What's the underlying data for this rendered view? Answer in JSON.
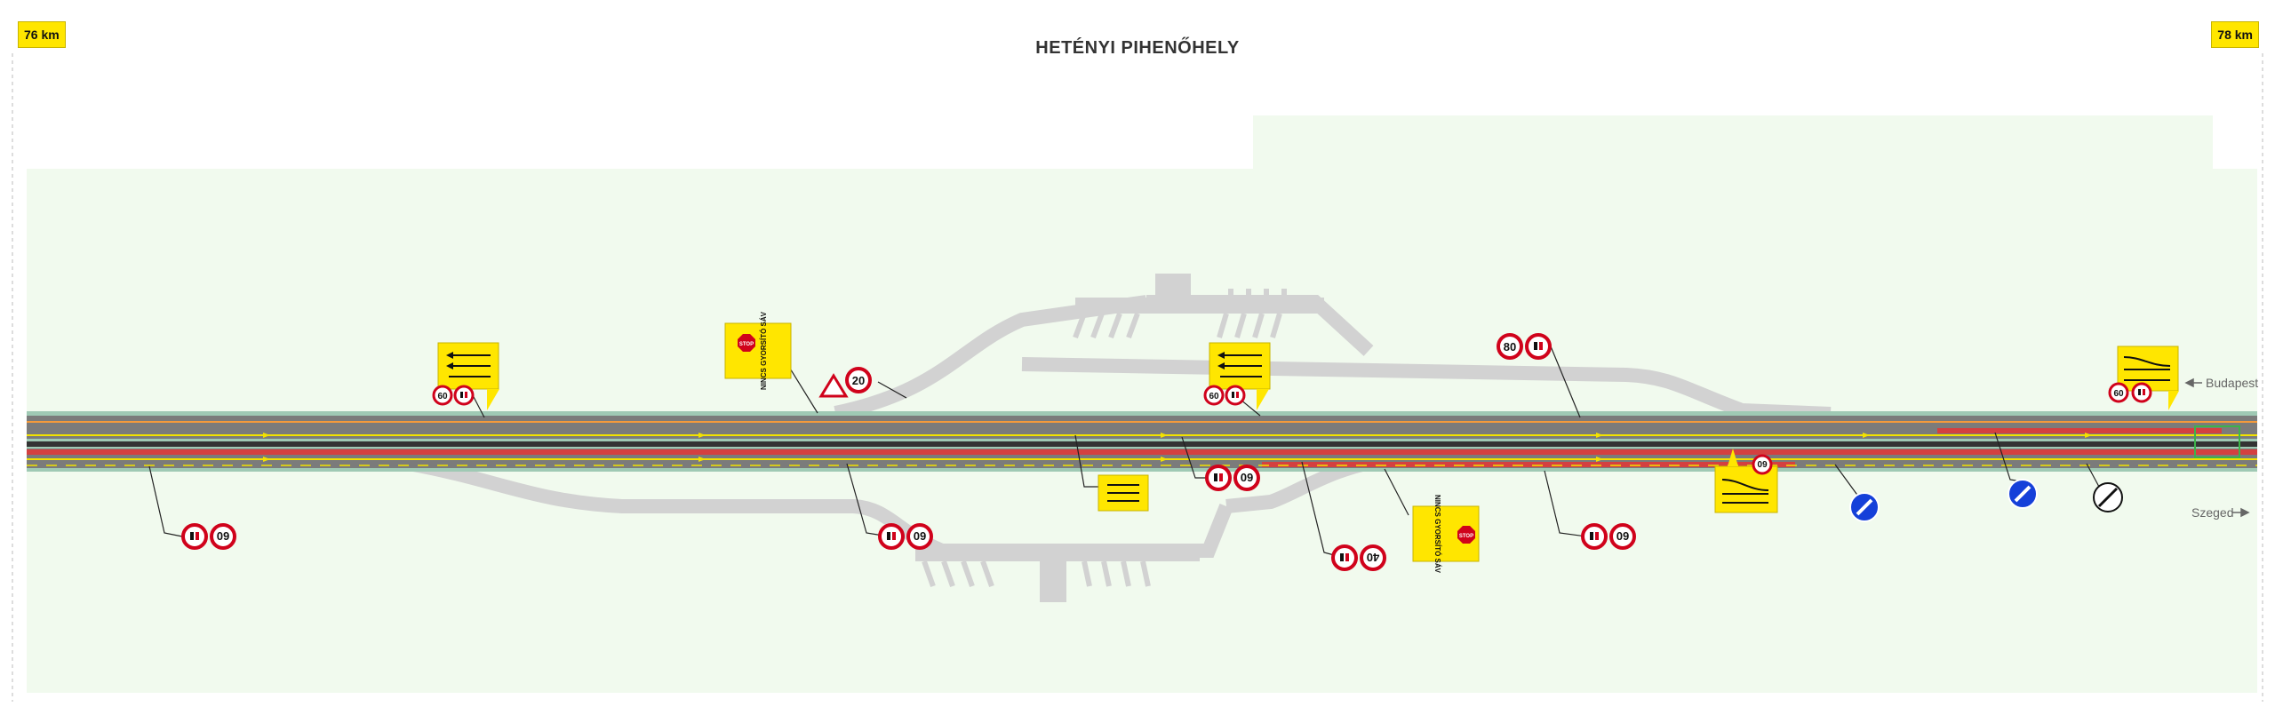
{
  "header": {
    "title": "HETÉNYI PIHENŐHELY",
    "km_left": "76 km",
    "km_right": "78 km"
  },
  "directions": {
    "upper": "Budapest",
    "lower": "Szeged"
  },
  "signs": {
    "no_accel_lane": "NINCS GYORSÍTÓ SÁV",
    "stop": "STOP",
    "speed_60": "60",
    "speed_80": "80",
    "speed_40": "40",
    "speed_20": "20"
  },
  "colors": {
    "sign_yellow": "#ffe600",
    "sign_red": "#d0021b",
    "sign_blue": "#1540d9",
    "road_gray": "#d6d6d6",
    "lane_red": "#d44040",
    "lane_yellow": "#f2e200",
    "lane_orange": "#f39a3c",
    "grass": "#eef8ea"
  }
}
